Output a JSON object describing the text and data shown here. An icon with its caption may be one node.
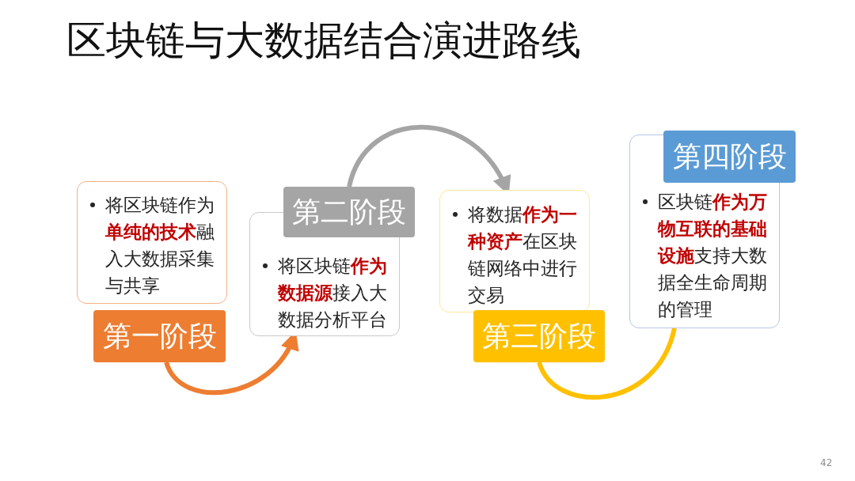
{
  "diagram": {
    "title": "区块链与大数据结合演进路线",
    "nodes": [
      {
        "text": [
          "将区块链作为**单纯的技术**融入大数据采集与共享",
          "第一阶段"
        ]
      },
      {
        "text": [
          "第二阶段",
          "将区块链**作为数据源**接入大数据分析平台"
        ]
      },
      {
        "text": [
          "将数据**作为一种资产**在区块链网络中进行交易",
          "第三阶段"
        ]
      },
      {
        "text": [
          "第四阶段",
          "区块链**作为万物互联的基础设施**支持大数据全生命周期的管理"
        ]
      }
    ],
    "edges": [
      {
        "from": 0,
        "to": 1,
        "arrow": "to",
        "color": "#ed7d31"
      },
      {
        "from": 1,
        "to": 2,
        "arrow": "to",
        "color": "#a5a5a5"
      },
      {
        "from": 2,
        "to": 3,
        "arrow": "none",
        "color": "#ffc000"
      }
    ],
    "labels": [
      "42"
    ]
  }
}
